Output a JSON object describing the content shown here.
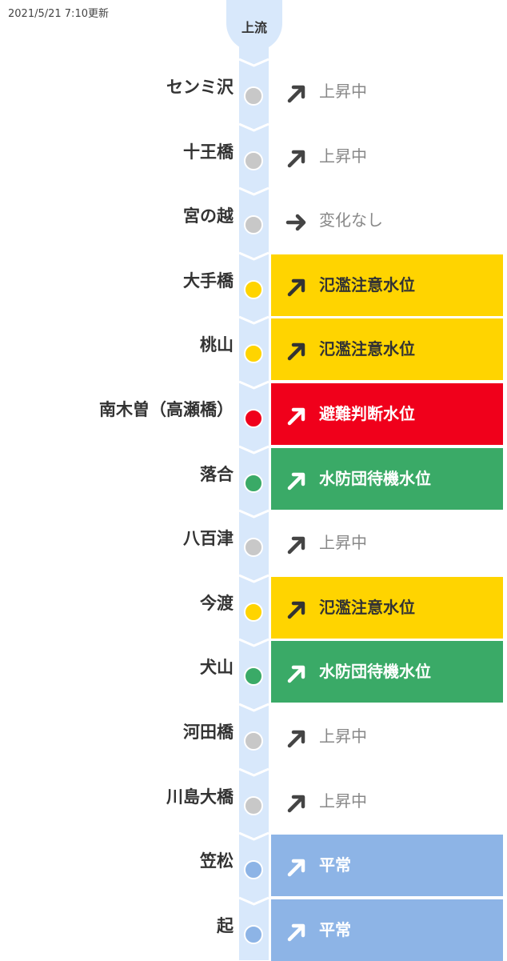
{
  "header": {
    "updated": "2021/5/21 7:10更新",
    "upstream_label": "上流"
  },
  "colors": {
    "river": "#d8e8fb",
    "gray_dot": "#c8c8c8",
    "yellow": "#ffd400",
    "red": "#f0001b",
    "green": "#3aaa67",
    "blue": "#8db4e6"
  },
  "stations": [
    {
      "name": "センミ沢",
      "status": "上昇中",
      "level": "gray",
      "arrow": "up-right"
    },
    {
      "name": "十王橋",
      "status": "上昇中",
      "level": "gray",
      "arrow": "up-right"
    },
    {
      "name": "宮の越",
      "status": "変化なし",
      "level": "gray",
      "arrow": "right"
    },
    {
      "name": "大手橋",
      "status": "氾濫注意水位",
      "level": "yellow",
      "arrow": "up-right"
    },
    {
      "name": "桃山",
      "status": "氾濫注意水位",
      "level": "yellow",
      "arrow": "up-right"
    },
    {
      "name": "南木曽（高瀬橋）",
      "status": "避難判断水位",
      "level": "red",
      "arrow": "up-right"
    },
    {
      "name": "落合",
      "status": "水防団待機水位",
      "level": "green",
      "arrow": "up-right"
    },
    {
      "name": "八百津",
      "status": "上昇中",
      "level": "gray",
      "arrow": "up-right"
    },
    {
      "name": "今渡",
      "status": "氾濫注意水位",
      "level": "yellow",
      "arrow": "up-right"
    },
    {
      "name": "犬山",
      "status": "水防団待機水位",
      "level": "green",
      "arrow": "up-right"
    },
    {
      "name": "河田橋",
      "status": "上昇中",
      "level": "gray",
      "arrow": "up-right"
    },
    {
      "name": "川島大橋",
      "status": "上昇中",
      "level": "gray",
      "arrow": "up-right"
    },
    {
      "name": "笠松",
      "status": "平常",
      "level": "blue",
      "arrow": "up-right"
    },
    {
      "name": "起",
      "status": "平常",
      "level": "blue",
      "arrow": "up-right"
    }
  ]
}
